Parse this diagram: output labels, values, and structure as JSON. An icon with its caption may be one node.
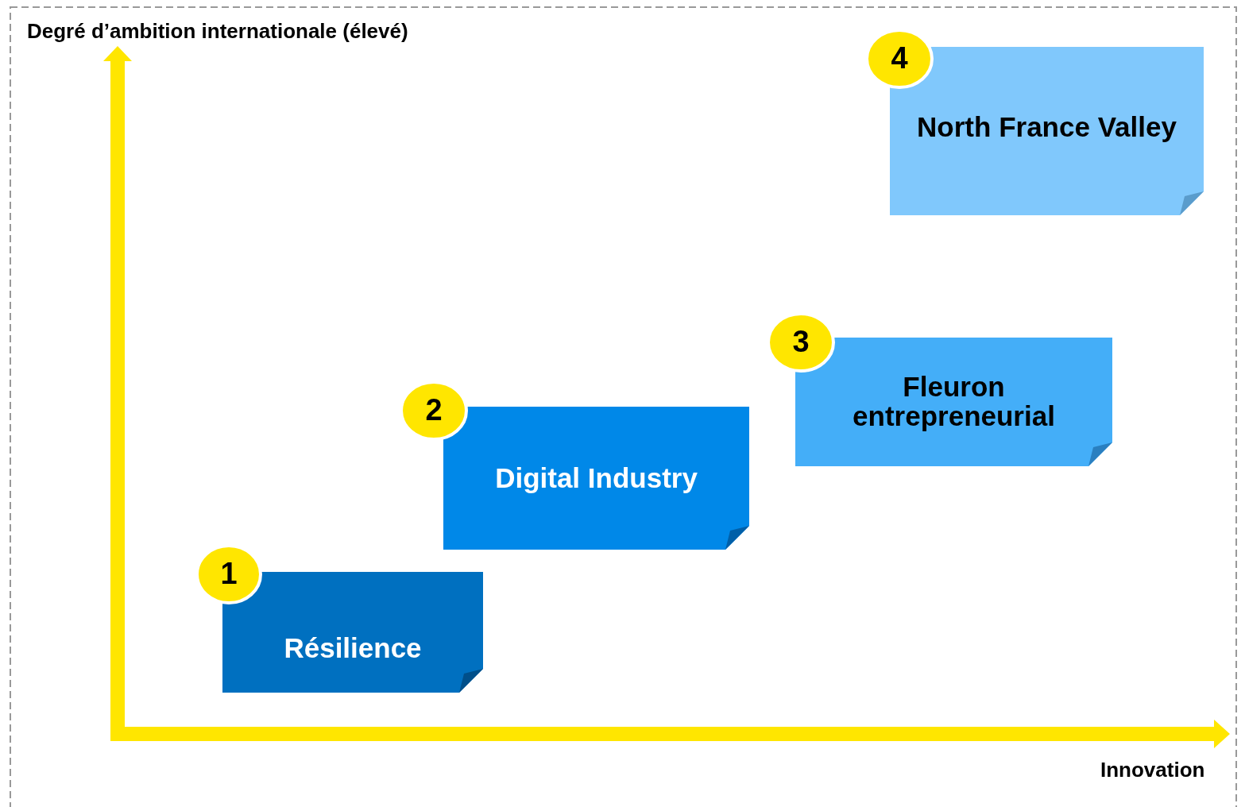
{
  "diagram": {
    "nodes": [
      {
        "text": [
          "1"
        ]
      },
      {
        "text": [
          "Résilience"
        ]
      },
      {
        "text": [
          "2"
        ]
      },
      {
        "text": [
          "Digital Industry"
        ]
      },
      {
        "text": [
          "3"
        ]
      },
      {
        "text": [
          "Fleuron entrepreneurial"
        ]
      },
      {
        "text": [
          "4"
        ]
      },
      {
        "text": [
          "North France Valley"
        ]
      }
    ],
    "labels": [
      "Degré d’ambition internationale (élevé)",
      "Innovation"
    ]
  }
}
